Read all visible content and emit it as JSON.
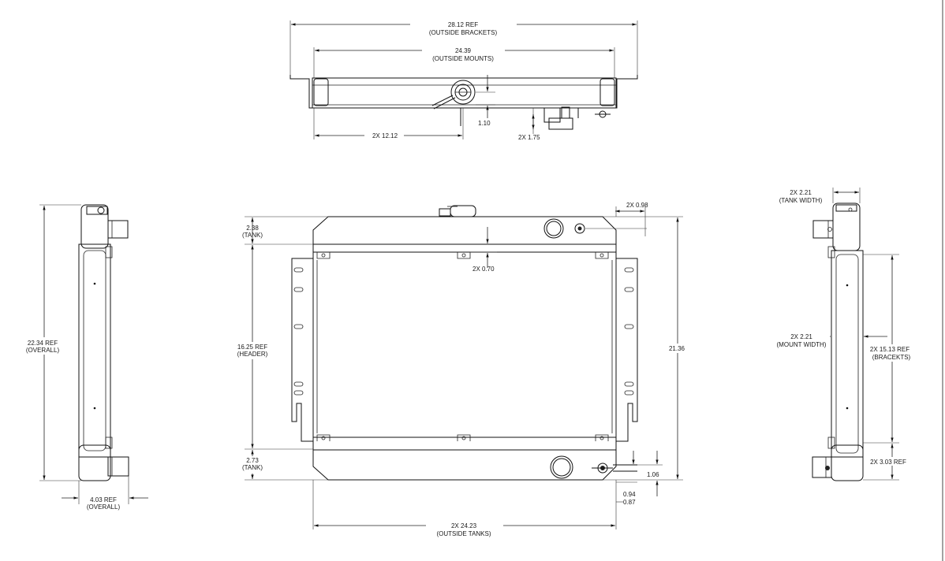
{
  "drawing": {
    "top_view": {
      "outside_brackets": [
        "28.12 REF",
        "(OUTSIDE BRACKETS)"
      ],
      "outside_mounts": [
        "24.39",
        "(OUTSIDE MOUNTS)"
      ],
      "cap_offset": "2X 12.12",
      "cap_height": "1.10",
      "fitting_spacing": "2X 1.75"
    },
    "left_view": {
      "overall_height": [
        "22.34 REF",
        "(OVERALL)"
      ],
      "overall_width": [
        "4.03 REF",
        "(OVERALL)"
      ]
    },
    "front_view": {
      "tank_top": [
        "2.38",
        "(TANK)"
      ],
      "header": [
        "16.25 REF",
        "(HEADER)"
      ],
      "tank_bottom": [
        "2.73",
        "(TANK)"
      ],
      "mount_offset": "2X 0.70",
      "fitting_offset": "2X 0.98",
      "overall_height": "21.36",
      "drain_height": "1.06",
      "drain_offset_a": "0.94",
      "drain_offset_b": "0.87",
      "outside_tanks": [
        "2X 24.23",
        "(OUTSIDE TANKS)"
      ]
    },
    "right_view": {
      "tank_width": [
        "2X 2.21",
        "(TANK WIDTH)"
      ],
      "mount_width": [
        "2X 2.21",
        "(MOUNT WIDTH)"
      ],
      "brackets": [
        "2X 15.13 REF",
        "(BRACEKTS)"
      ],
      "bracket_bottom": "2X 3.03 REF"
    }
  }
}
